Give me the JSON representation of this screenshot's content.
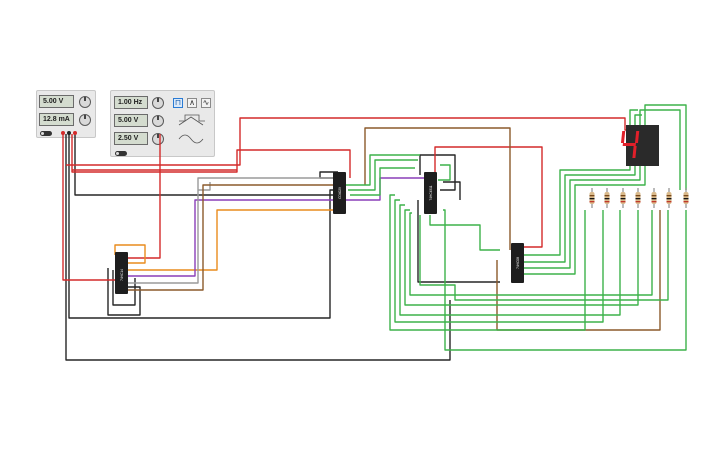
{
  "power_supply": {
    "voltage": "5.00 V",
    "current": "12.8 mA"
  },
  "function_generator": {
    "frequency": "1.00 Hz",
    "amplitude": "5.00 V",
    "offset": "2.50 V",
    "waveforms": [
      "square",
      "triangle",
      "sine"
    ],
    "selected_waveform": "square"
  },
  "chips": {
    "chip1_label": "74HC14",
    "chip2_label": "CD4029",
    "chip3_label": "74HC4511",
    "chip4_label": "74HC08"
  },
  "display": {
    "digit": "4",
    "segment_color": "#e0202a"
  },
  "colors": {
    "red": "#d42a2a",
    "black": "#262626",
    "green": "#3db24a",
    "brown": "#8b5a2b",
    "orange": "#e98b1d",
    "purple": "#8a3fb8",
    "grey": "#9a9a9a"
  },
  "resistor_count": 7
}
